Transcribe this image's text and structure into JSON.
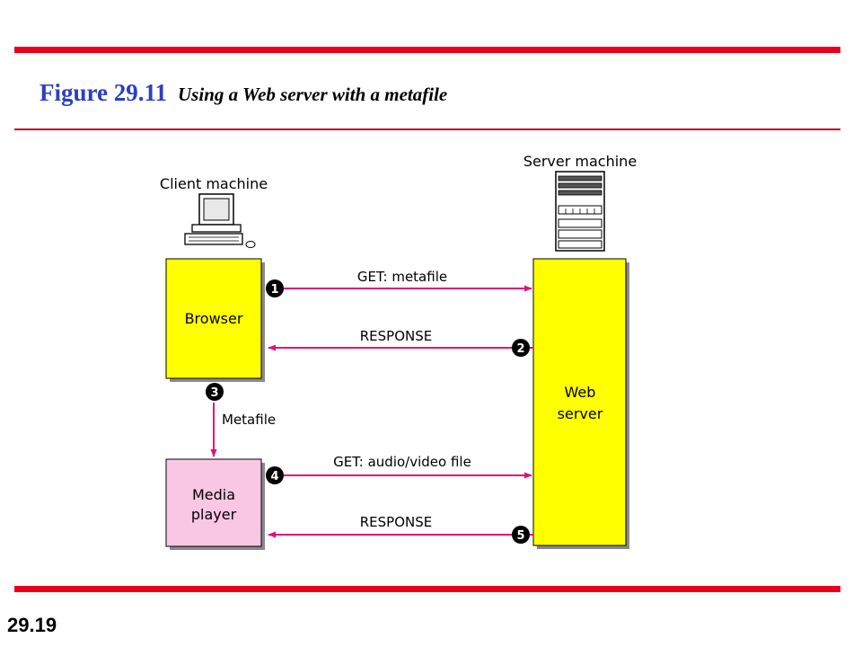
{
  "title": {
    "number": "Figure 29.11",
    "caption": "Using a Web server with a metafile"
  },
  "page_number": "29.19",
  "colors": {
    "rule": "#e8001c",
    "title_number": "#2c3ec4",
    "arrow": "#e0127a",
    "browser_fill": "#ffff00",
    "server_fill": "#ffff00",
    "media_fill": "#f9c6e4"
  },
  "diagram": {
    "client_label": "Client machine",
    "server_label": "Server machine",
    "client_icon": "desktop-computer-icon",
    "server_icon": "server-tower-icon",
    "boxes": {
      "browser": "Browser",
      "web_server_line1": "Web",
      "web_server_line2": "server",
      "media_line1": "Media",
      "media_line2": "player"
    },
    "messages": [
      {
        "step": "1",
        "label": "GET: metafile"
      },
      {
        "step": "2",
        "label": "RESPONSE"
      },
      {
        "step": "3",
        "label": "Metafile"
      },
      {
        "step": "4",
        "label": "GET: audio/video file"
      },
      {
        "step": "5",
        "label": "RESPONSE"
      }
    ]
  }
}
